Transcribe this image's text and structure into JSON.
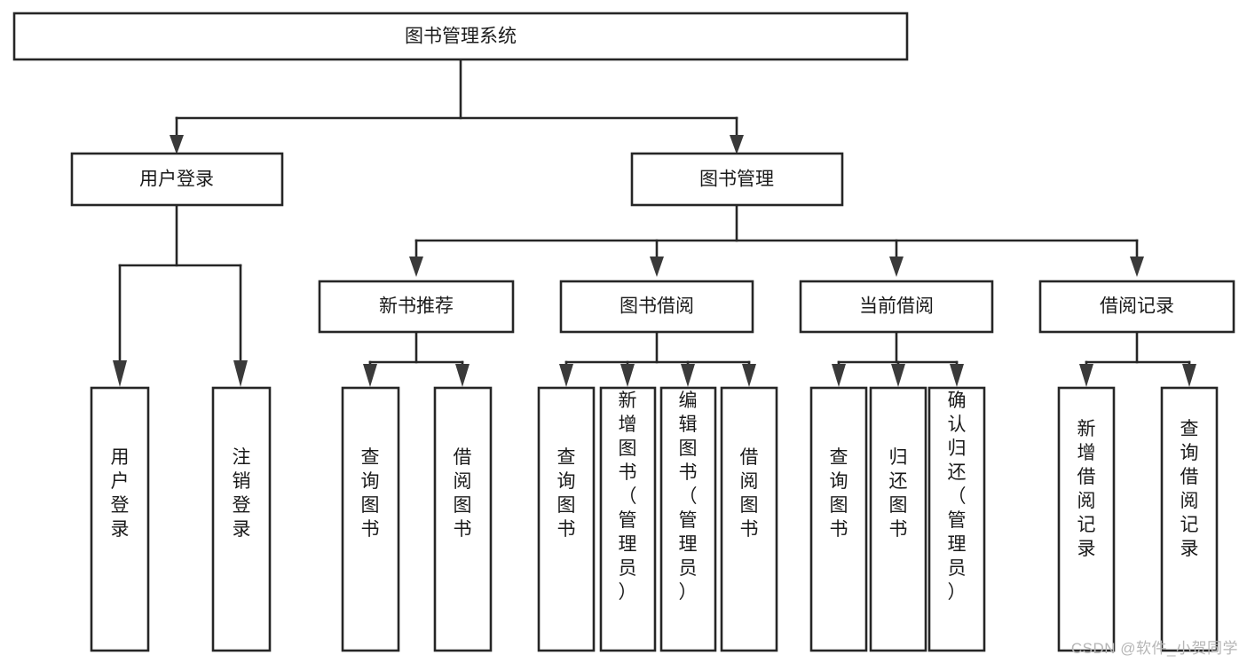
{
  "diagram": {
    "type": "tree",
    "title": "图书管理系统",
    "watermark": "CSDN @软件_小贺同学",
    "colors": {
      "background": "#ffffff",
      "box_stroke": "#262626",
      "box_fill": "#ffffff",
      "text": "#1a1a1a",
      "arrow": "#3a3a3a",
      "watermark": "#b6b6b6"
    },
    "levels": [
      {
        "level": 0,
        "nodes": [
          {
            "id": "root",
            "label": "图书管理系统",
            "orientation": "horizontal"
          }
        ]
      },
      {
        "level": 1,
        "nodes": [
          {
            "id": "user-login",
            "label": "用户登录",
            "orientation": "horizontal",
            "parent": "root"
          },
          {
            "id": "book-manage",
            "label": "图书管理",
            "orientation": "horizontal",
            "parent": "root"
          }
        ]
      },
      {
        "level": 2,
        "nodes": [
          {
            "id": "new-book-rec",
            "label": "新书推荐",
            "orientation": "horizontal",
            "parent": "book-manage"
          },
          {
            "id": "book-borrow",
            "label": "图书借阅",
            "orientation": "horizontal",
            "parent": "book-manage"
          },
          {
            "id": "current-borrow",
            "label": "当前借阅",
            "orientation": "horizontal",
            "parent": "book-manage"
          },
          {
            "id": "borrow-record",
            "label": "借阅记录",
            "orientation": "horizontal",
            "parent": "book-manage"
          }
        ]
      },
      {
        "level": 3,
        "nodes": [
          {
            "id": "leaf-user-login",
            "label": "用户登录",
            "orientation": "vertical",
            "parent": "user-login"
          },
          {
            "id": "leaf-logout",
            "label": "注销登录",
            "orientation": "vertical",
            "parent": "user-login"
          },
          {
            "id": "leaf-query-book-1",
            "label": "查询图书",
            "orientation": "vertical",
            "parent": "new-book-rec"
          },
          {
            "id": "leaf-borrow-book-1",
            "label": "借阅图书",
            "orientation": "vertical",
            "parent": "new-book-rec"
          },
          {
            "id": "leaf-query-book-2",
            "label": "查询图书",
            "orientation": "vertical",
            "parent": "book-borrow"
          },
          {
            "id": "leaf-add-book",
            "label": "新增图书（管理员）",
            "orientation": "vertical",
            "parent": "book-borrow"
          },
          {
            "id": "leaf-edit-book",
            "label": "编辑图书（管理员）",
            "orientation": "vertical",
            "parent": "book-borrow"
          },
          {
            "id": "leaf-borrow-book-2",
            "label": "借阅图书",
            "orientation": "vertical",
            "parent": "book-borrow"
          },
          {
            "id": "leaf-query-book-3",
            "label": "查询图书",
            "orientation": "vertical",
            "parent": "current-borrow"
          },
          {
            "id": "leaf-return-book",
            "label": "归还图书",
            "orientation": "vertical",
            "parent": "current-borrow"
          },
          {
            "id": "leaf-confirm-return",
            "label": "确认归还（管理员）",
            "orientation": "vertical",
            "parent": "current-borrow"
          },
          {
            "id": "leaf-add-record",
            "label": "新增借阅记录",
            "orientation": "vertical",
            "parent": "borrow-record"
          },
          {
            "id": "leaf-query-record",
            "label": "查询借阅记录",
            "orientation": "vertical",
            "parent": "borrow-record"
          }
        ]
      }
    ]
  }
}
